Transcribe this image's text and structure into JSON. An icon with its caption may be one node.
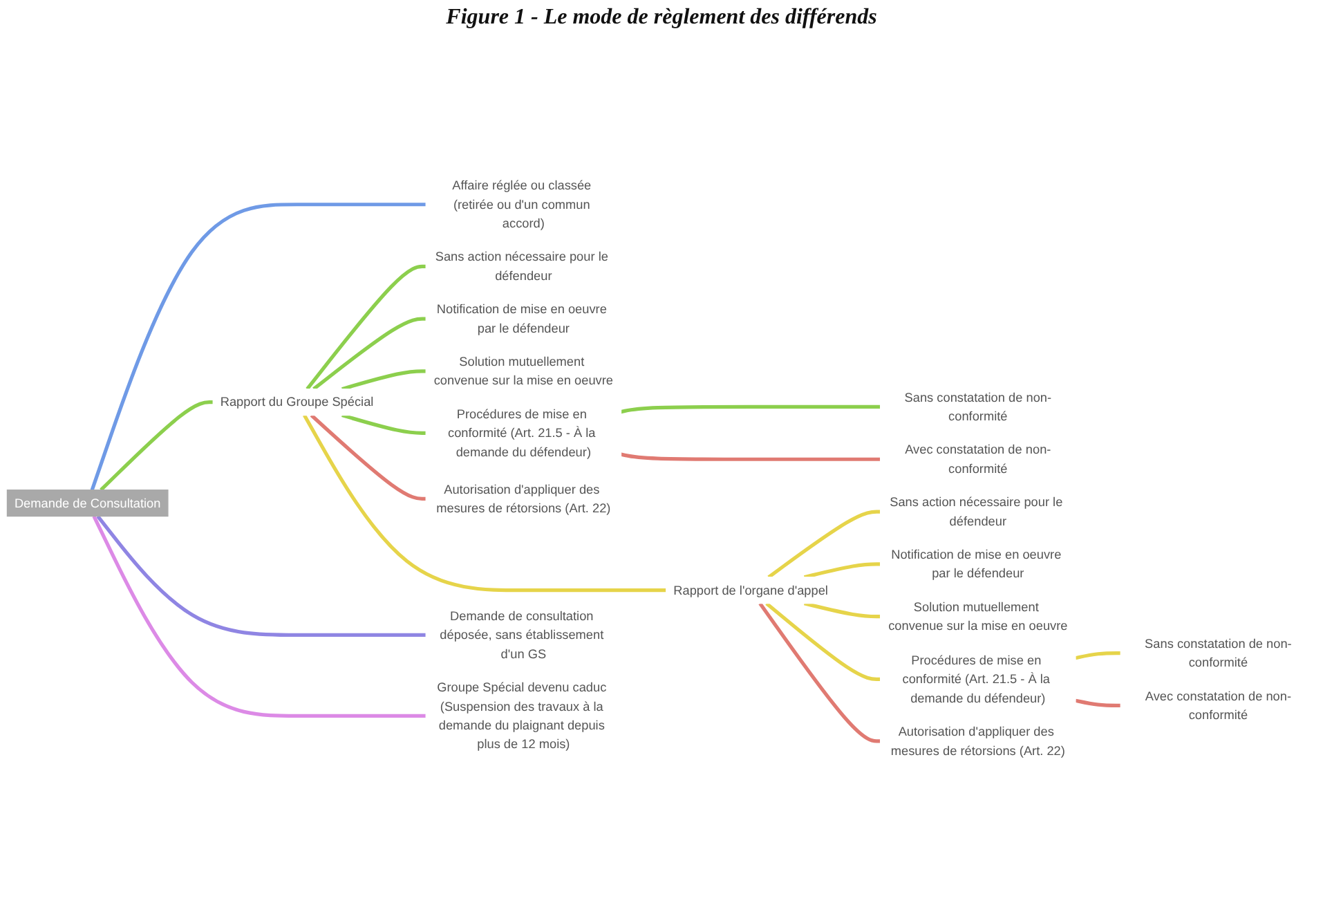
{
  "diagram": {
    "title": "Figure 1 - Le mode de règlement des différends",
    "nodes": [
      {
        "text": [
          "Demande de Consultation"
        ]
      },
      {
        "text": [
          "Affaire réglée ou classée (retirée ou d'un commun accord)"
        ]
      },
      {
        "text": [
          "Rapport du Groupe Spécial"
        ]
      },
      {
        "text": [
          "Sans action nécessaire pour le défendeur"
        ]
      },
      {
        "text": [
          "Notification de mise en oeuvre par le défendeur"
        ]
      },
      {
        "text": [
          "Solution mutuellement convenue sur la mise en oeuvre"
        ]
      },
      {
        "text": [
          "Procédures de mise en conformité (Art. 21.5 - À la demande du défendeur)"
        ]
      },
      {
        "text": [
          "Sans constatation de non-conformité"
        ]
      },
      {
        "text": [
          "Avec constatation de non-conformité"
        ]
      },
      {
        "text": [
          "Autorisation d'appliquer des mesures de rétorsions (Art. 22)"
        ]
      },
      {
        "text": [
          "Rapport de l'organe d'appel"
        ]
      },
      {
        "text": [
          "Sans action nécessaire pour le défendeur"
        ]
      },
      {
        "text": [
          "Notification de mise en oeuvre par le défendeur"
        ]
      },
      {
        "text": [
          "Solution mutuellement convenue sur la mise en oeuvre"
        ]
      },
      {
        "text": [
          "Procédures de mise en conformité (Art. 21.5 - À la demande du défendeur)"
        ]
      },
      {
        "text": [
          "Sans constatation de non-conformité"
        ]
      },
      {
        "text": [
          "Avec constatation de non-conformité"
        ]
      },
      {
        "text": [
          "Autorisation d'appliquer des mesures de rétorsions (Art. 22)"
        ]
      },
      {
        "text": [
          "Demande de consultation déposée, sans établissement d'un GS"
        ]
      },
      {
        "text": [
          "Groupe Spécial devenu caduc (Suspension des travaux à la demande du plaignant depuis plus de 12 mois)"
        ]
      }
    ],
    "edges": [
      {
        "from": 0,
        "to": 1,
        "arrow": "none",
        "color": "#6f9ae6"
      },
      {
        "from": 0,
        "to": 2,
        "arrow": "none",
        "color": "#8ccf4d"
      },
      {
        "from": 2,
        "to": 3,
        "arrow": "none",
        "color": "#8ccf4d"
      },
      {
        "from": 2,
        "to": 4,
        "arrow": "none",
        "color": "#8ccf4d"
      },
      {
        "from": 2,
        "to": 5,
        "arrow": "none",
        "color": "#8ccf4d"
      },
      {
        "from": 2,
        "to": 6,
        "arrow": "none",
        "color": "#8ccf4d"
      },
      {
        "from": 6,
        "to": 7,
        "arrow": "none",
        "color": "#8ccf4d"
      },
      {
        "from": 6,
        "to": 8,
        "arrow": "none",
        "color": "#e07a72"
      },
      {
        "from": 2,
        "to": 9,
        "arrow": "none",
        "color": "#e07a72"
      },
      {
        "from": 2,
        "to": 10,
        "arrow": "none",
        "color": "#e6d44a"
      },
      {
        "from": 10,
        "to": 11,
        "arrow": "none",
        "color": "#e6d44a"
      },
      {
        "from": 10,
        "to": 12,
        "arrow": "none",
        "color": "#e6d44a"
      },
      {
        "from": 10,
        "to": 13,
        "arrow": "none",
        "color": "#e6d44a"
      },
      {
        "from": 10,
        "to": 14,
        "arrow": "none",
        "color": "#e6d44a"
      },
      {
        "from": 14,
        "to": 15,
        "arrow": "none",
        "color": "#e6d44a"
      },
      {
        "from": 14,
        "to": 16,
        "arrow": "none",
        "color": "#e07a72"
      },
      {
        "from": 10,
        "to": 17,
        "arrow": "none",
        "color": "#e07a72"
      },
      {
        "from": 0,
        "to": 18,
        "arrow": "none",
        "color": "#8f85e3"
      },
      {
        "from": 0,
        "to": 19,
        "arrow": "none",
        "color": "#dc8ae6"
      }
    ]
  }
}
